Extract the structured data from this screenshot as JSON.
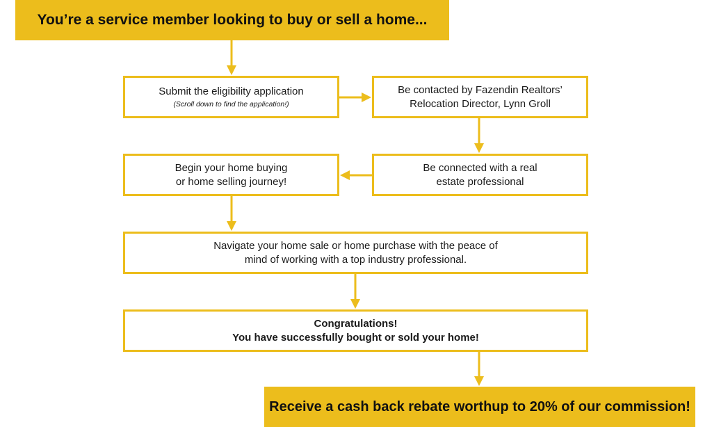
{
  "banner_top": "You’re a service member looking to buy or sell a home...",
  "steps": {
    "submit": {
      "line1": "Submit the eligibility application",
      "note": "(Scroll down to find the application!)"
    },
    "contacted": {
      "line1": "Be contacted by Fazendin Realtors’",
      "line2": "Relocation Director, Lynn Groll"
    },
    "connected": {
      "line1": "Be connected with a real",
      "line2": "estate professional"
    },
    "begin": {
      "line1": "Begin your home buying",
      "line2": "or home selling journey!"
    },
    "navigate": {
      "line1": "Navigate your home sale or home purchase with the peace of",
      "line2": "mind of working with a top industry professional."
    },
    "congrats": {
      "line1": "Congratulations!",
      "line2": "You have successfully bought or sold your home!"
    }
  },
  "banner_bottom": {
    "line1": "Receive a cash back rebate worth",
    "line2": "up to 20% of our commission!"
  },
  "colors": {
    "accent": "#ecbd1c"
  }
}
